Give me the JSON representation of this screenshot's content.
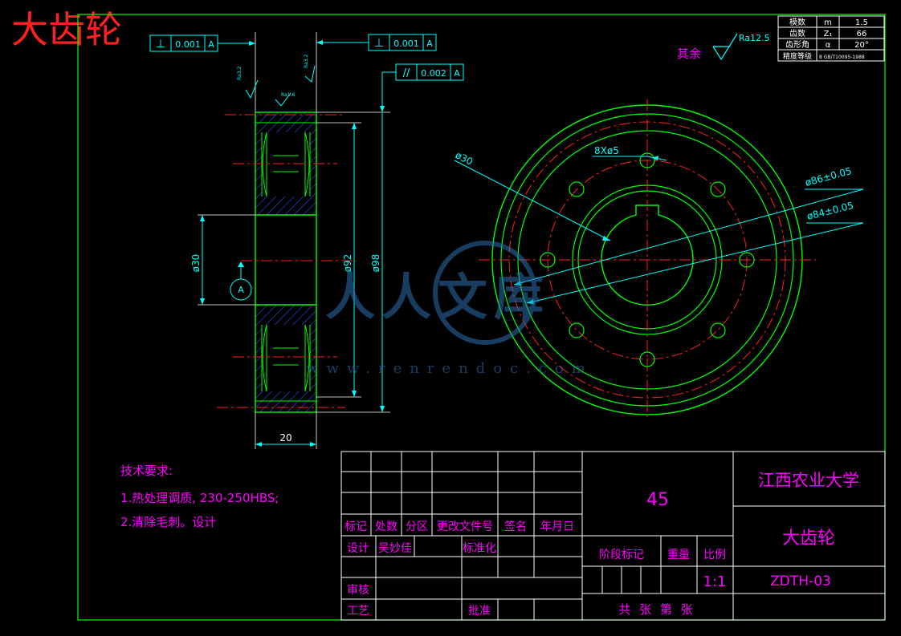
{
  "title_big": "大齿轮",
  "gear_params": [
    {
      "label": "模数",
      "symbol": "m",
      "value": "1.5"
    },
    {
      "label": "齿数",
      "symbol": "Z₁",
      "value": "66"
    },
    {
      "label": "齿形角",
      "symbol": "α",
      "value": "20°"
    },
    {
      "label": "精度等级",
      "symbol": "",
      "value": "8 GB/T10095-1988"
    }
  ],
  "roughness_other": {
    "label": "其余",
    "value": "Ra12.5"
  },
  "small_roughness": [
    "Ra1.6",
    "Ra3.2",
    "Ra3.2"
  ],
  "tolerances": [
    {
      "symbol": "⊥",
      "value": "0.001",
      "datum": "A"
    },
    {
      "symbol": "⊥",
      "value": "0.001",
      "datum": "A"
    },
    {
      "symbol": "//",
      "value": "0.002",
      "datum": "A"
    }
  ],
  "dims": {
    "bore": "ø30",
    "pitch": "ø92",
    "outer": "ø98",
    "width": "20",
    "datum": "A",
    "holes": "8Xø5",
    "ring1": "ø86±0.05",
    "ring2": "ø84±0.05",
    "front_bore": "ø30"
  },
  "tech_req": {
    "title": "技术要求:",
    "items": [
      "1.热处理调质, 230-250HBS;",
      "2.清除毛刺。设计"
    ]
  },
  "watermark": {
    "text": "人人文库",
    "url": "www.renrendoc.com"
  },
  "title_block": {
    "material": "45",
    "school": "江西农业大学",
    "part_name": "大齿轮",
    "drawing_no": "ZDTH-03",
    "scale": "1:1",
    "headers": [
      "标记",
      "处数",
      "分区",
      "更改文件号",
      "签名",
      "年月日"
    ],
    "design_label": "设计",
    "designer": "吴妙佳",
    "standard_label": "标准化",
    "stage_label": "阶段标记",
    "weight_label": "重量",
    "ratio_label": "比例",
    "review_label": "审核",
    "process_label": "工艺",
    "approve_label": "批准",
    "sheets": "共 张 第 张"
  }
}
